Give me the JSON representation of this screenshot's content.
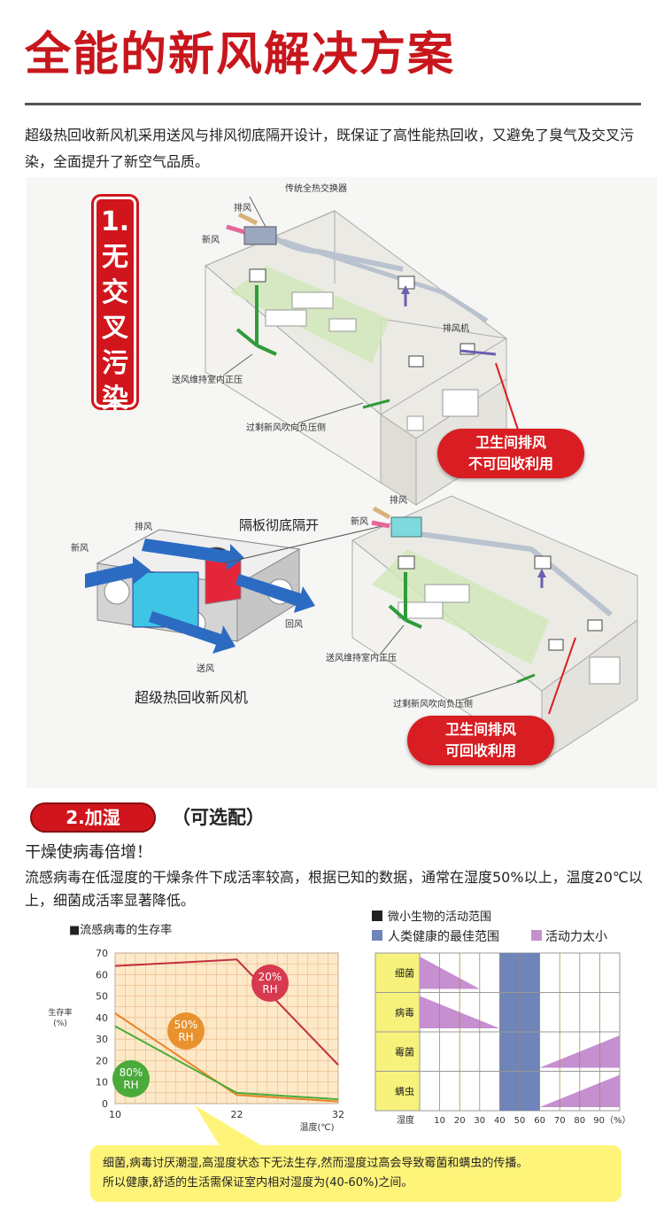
{
  "title": "全能的新风解决方案",
  "intro": "超级热回收新风机采用送风与排风彻底隔开设计，既保证了高性能热回收，又避免了臭气及交叉污染，全面提升了新空气品质。",
  "section1": {
    "tag_num": "1.",
    "tag_chars": [
      "无",
      "交",
      "叉",
      "污",
      "染"
    ],
    "top_diagram": {
      "label_exchanger": "传统全热交换器",
      "label_exhaust": "排风",
      "label_fresh": "新风",
      "label_exhaust_fan": "排风机",
      "label_supply": "送风维持室内正压",
      "label_surplus": "过剩新风吹向负压侧",
      "bubble_line1": "卫生间排风",
      "bubble_line2": "不可回收利用"
    },
    "bottom_diagram": {
      "label_exhaust": "排风",
      "label_fresh": "新风",
      "label_partition": "隔板彻底隔开",
      "label_return": "回风",
      "label_supply_air": "送风",
      "machine_caption": "超级热回收新风机",
      "label_exhaust2": "排风",
      "label_fresh2": "新风",
      "label_supply": "送风维持室内正压",
      "label_surplus": "过剩新风吹向负压侧",
      "bubble_line1": "卫生间排风",
      "bubble_line2": "可回收利用"
    }
  },
  "section2": {
    "pill": "2.加湿",
    "optional": "（可选配）",
    "subhead": "干燥使病毒倍增！",
    "para": "流感病毒在低湿度的干燥条件下成活率较高，根据已知的数据，通常在湿度50%以上，温度20℃以上，细菌成活率显著降低。",
    "note_line1": "细菌,病毒讨厌潮湿,高湿度状态下无法生存,然而湿度过高会导致霉菌和螨虫的传播。",
    "note_line2": "所以健康,舒适的生活需保证室内相对湿度为(40-60%)之间。"
  },
  "colors": {
    "brand_red": "#c8161d",
    "grid_bg": "#fde9c8",
    "purple": "#c58fd0",
    "blue": "#6f84b8",
    "yellow": "#f7f27c"
  },
  "chart_data": [
    {
      "type": "line",
      "title": "■流感病毒的生存率",
      "ylabel": "生存率(%)",
      "xlabel": "温度(℃)",
      "x": [
        10,
        22,
        32
      ],
      "xticks": [
        "10",
        "22",
        "32"
      ],
      "ylim": [
        0,
        70
      ],
      "yticks": [
        "0",
        "10",
        "20",
        "30",
        "40",
        "50",
        "60",
        "70"
      ],
      "grid": true,
      "series": [
        {
          "name": "20% RH",
          "color": "#c0303e",
          "x": [
            10,
            22,
            32
          ],
          "values": [
            64,
            67,
            18
          ]
        },
        {
          "name": "50% RH",
          "color": "#e8842a",
          "x": [
            10,
            22,
            32
          ],
          "values": [
            42,
            4,
            1
          ]
        },
        {
          "name": "80% RH",
          "color": "#4aaa3a",
          "x": [
            10,
            22,
            32
          ],
          "values": [
            36,
            5,
            2
          ]
        }
      ]
    },
    {
      "type": "heatmap",
      "legend": [
        {
          "label": "微小生物的活动范围",
          "color": "#222222"
        },
        {
          "label": "人类健康的最佳范围",
          "color": "#6f84b8"
        },
        {
          "label": "活动力太小",
          "color": "#c58fd0"
        }
      ],
      "xlabel": "湿度",
      "xticks": [
        "10",
        "20",
        "30",
        "40",
        "50",
        "60",
        "70",
        "80",
        "90（%）"
      ],
      "x": [
        10,
        20,
        30,
        40,
        50,
        60,
        70,
        80,
        90
      ],
      "xlim": [
        0,
        100
      ],
      "rows": [
        "细菌",
        "病毒",
        "霉菌",
        "螨虫"
      ],
      "optimal_range": [
        40,
        60
      ],
      "low_activity": [
        {
          "row": "细菌",
          "from": 0,
          "to": 30,
          "direction": "decreasing"
        },
        {
          "row": "病毒",
          "from": 0,
          "to": 40,
          "direction": "decreasing"
        },
        {
          "row": "霉菌",
          "from": 60,
          "to": 100,
          "direction": "increasing"
        },
        {
          "row": "螨虫",
          "from": 60,
          "to": 100,
          "direction": "increasing"
        }
      ]
    }
  ]
}
